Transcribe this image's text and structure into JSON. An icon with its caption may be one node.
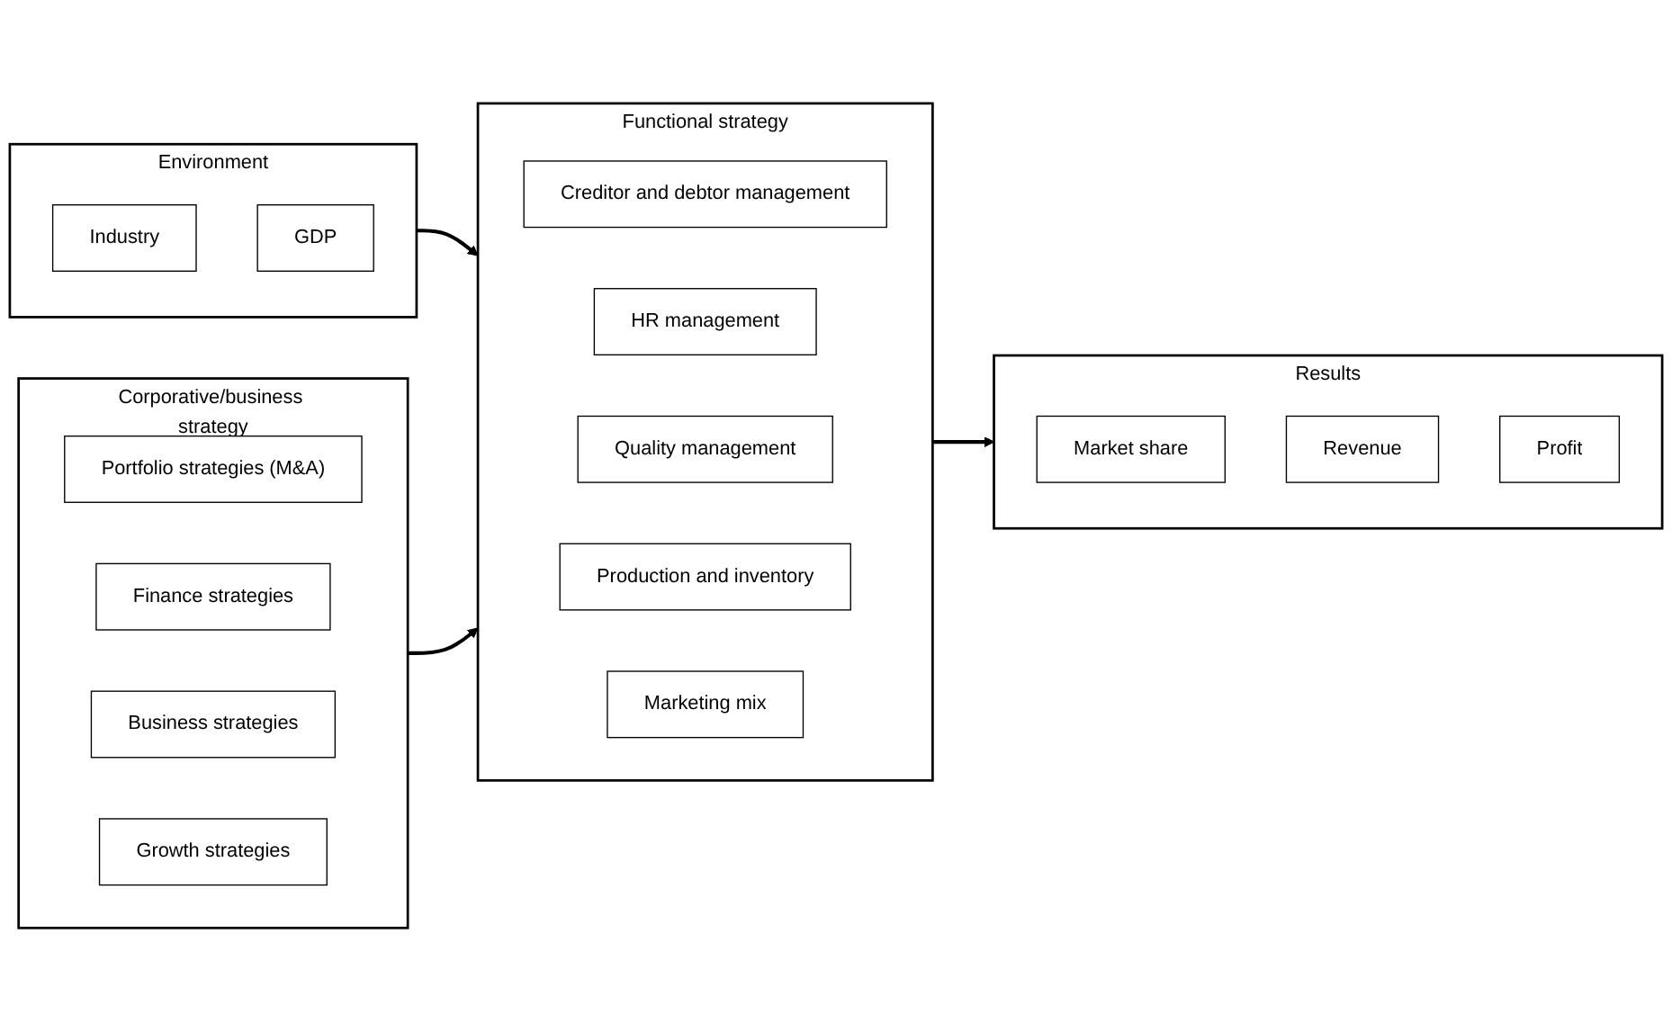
{
  "diagram": {
    "nodes": [
      {
        "text": [
          "Environment"
        ]
      },
      {
        "text": [
          "Industry"
        ],
        "in": 0
      },
      {
        "text": [
          "GDP"
        ],
        "in": 0
      },
      {
        "text": [
          "Corporative/business strategy"
        ]
      },
      {
        "text": [
          "Portfolio strategies (M&A)"
        ],
        "in": 3
      },
      {
        "text": [
          "Finance strategies"
        ],
        "in": 3
      },
      {
        "text": [
          "Business strategies"
        ],
        "in": 3
      },
      {
        "text": [
          "Growth strategies"
        ],
        "in": 3
      },
      {
        "text": [
          "Functional strategy"
        ]
      },
      {
        "text": [
          "Creditor and debtor management"
        ],
        "in": 8
      },
      {
        "text": [
          "HR management"
        ],
        "in": 8
      },
      {
        "text": [
          "Quality management"
        ],
        "in": 8
      },
      {
        "text": [
          "Production and inventory"
        ],
        "in": 8
      },
      {
        "text": [
          "Marketing mix"
        ],
        "in": 8
      },
      {
        "text": [
          "Results"
        ]
      },
      {
        "text": [
          "Market share"
        ],
        "in": 14
      },
      {
        "text": [
          "Revenue"
        ],
        "in": 14
      },
      {
        "text": [
          "Profit"
        ],
        "in": 14
      }
    ],
    "edges": [
      {
        "from": 0,
        "to": 8,
        "arrow": "to"
      },
      {
        "from": 3,
        "to": 8,
        "arrow": "to"
      },
      {
        "from": 8,
        "to": 14,
        "arrow": "to"
      }
    ]
  }
}
